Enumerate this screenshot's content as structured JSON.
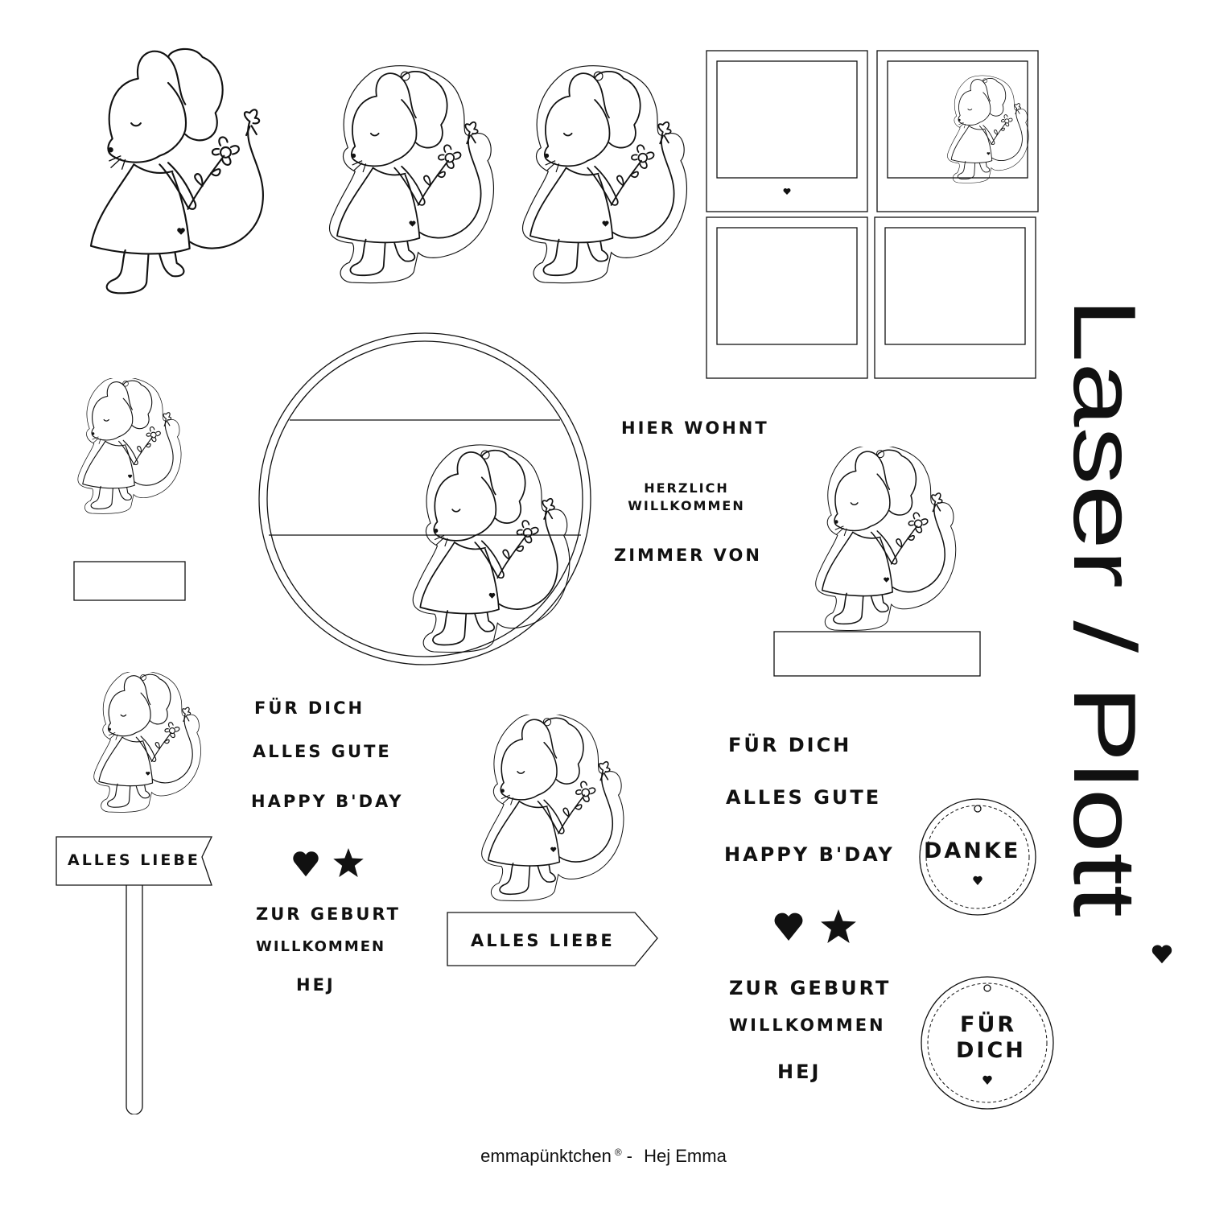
{
  "side_title": "Laser / Plott",
  "footer": {
    "brand": "emmapünktchen",
    "registered": "®",
    "separator": "-",
    "collection": "Hej Emma"
  },
  "door_sign_texts": [
    "HIER WOHNT",
    "HERZLICH WILLKOMMEN",
    "ZIMMER VON"
  ],
  "left_labels": [
    "FÜR DICH",
    "ALLES GUTE",
    "HAPPY B'DAY",
    "ZUR GEBURT",
    "WILLKOMMEN",
    "HEJ"
  ],
  "right_labels": [
    "FÜR DICH",
    "ALLES GUTE",
    "HAPPY B'DAY",
    "ZUR GEBURT",
    "WILLKOMMEN",
    "HEJ"
  ],
  "flag_label": "ALLES LIEBE",
  "arrow_label": "ALLES LIEBE",
  "tags": {
    "danke": "DANKE",
    "fuer_dich_line1": "FÜR",
    "fuer_dich_line2": "DICH"
  },
  "icons": [
    "heart-icon",
    "star-icon",
    "mouse-illustration",
    "photo-frame",
    "round-door-sign"
  ],
  "colors": {
    "line": "#111111",
    "background": "#ffffff"
  }
}
